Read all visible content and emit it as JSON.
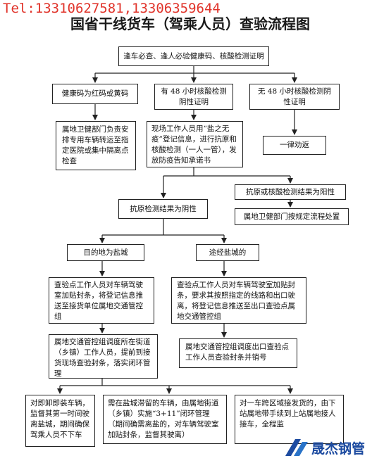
{
  "header": {
    "phone": "Tel:13310627581,13306359644",
    "title": "国省干线货车（驾乘人员）查验流程图"
  },
  "nodes": {
    "top": "逢车必查、逢人必验健康码、核酸检测证明",
    "red_yellow": "健康码为红码或黄码",
    "has48": "有 48 小时核酸检测阴性证明",
    "no48": "无 48 小时核酸检测阴性证明",
    "isolate": "属地卫健部门负责安排专用车辆转运至指定医院或集中隔离点检查",
    "register": "现场工作人员用“盐之无疫”登记信息，进行抗原和核酸检测（一人一管），发放防疫告知承诺书",
    "persuade": "一律劝返",
    "positive": "抗原或核酸检测结果为阳性",
    "positive_handle": "属地卫健部门按规定流程处置",
    "negative": "抗原检测结果为阴性",
    "dest": "目的地为盐城",
    "transit": "途经盐城的",
    "dest_check": "查验点工作人员对车辆驾驶室加贴封条，将登记信息推送至接货单位属地交通管控组",
    "transit_check": "查验点工作人员对车辆驾驶室加贴封条，要求其按照指定的线路和出口驶离，将登记信息推送至出口查验点属地交通管控组",
    "dest_dispatch": "属地交通管控组调度所在街道（乡镇）工作人员，提前到接货现场查验封条，落实闭环管理",
    "transit_dispatch": "属地交通管控组调度出口查验点工作人员查验封条并销号",
    "leave": "对即卸即装车辆，监督其第一时间驶离盐城，期间确保驾乘人员不下车",
    "stay": "需在盐城滞留的车辆，由属地街道（乡镇）实施“3+11”闭环管理（期间确需离盐的，对车辆驾驶室加贴封条，监督其驶离）",
    "cross": "对一车跨区域接发货的，由下站属地带手续到上站属地接人接车，全程监"
  },
  "brand": {
    "name": "晟杰钢管",
    "color": "#1d4ba0",
    "icon": "brand-logo-icon"
  }
}
